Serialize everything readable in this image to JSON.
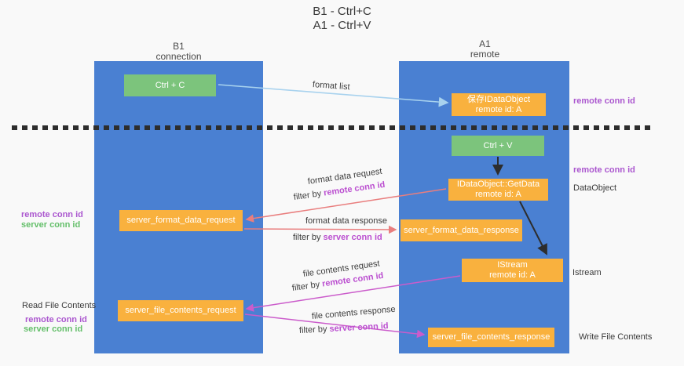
{
  "title": {
    "line1": "B1 - Ctrl+C",
    "line2": "A1 - Ctrl+V"
  },
  "columns": {
    "left": {
      "name": "B1",
      "role": "connection"
    },
    "right": {
      "name": "A1",
      "role": "remote"
    }
  },
  "nodes": {
    "ctrl_c": "Ctrl + C",
    "ctrl_v": "Ctrl + V",
    "save_idataobject": {
      "line1": "保存IDataObject",
      "line2": "remote id: A"
    },
    "getdata": {
      "line1": "IDataObject::GetData",
      "line2": "remote id: A"
    },
    "istream": {
      "line1": "IStream",
      "line2": "remote id: A"
    },
    "server_format_data_request": "server_format_data_request",
    "server_format_data_response": "server_format_data_response",
    "server_file_contents_request": "server_file_contents_request",
    "server_file_contents_response": "server_file_contents_response"
  },
  "arrow_labels": {
    "format_list": "format list",
    "format_data_request": "format data request",
    "format_data_response": "format data response",
    "file_contents_request": "file contents request",
    "file_contents_response": "file contents response",
    "filter_by": "filter by",
    "remote_conn_id": "remote conn id",
    "server_conn_id": "server conn id"
  },
  "side_labels": {
    "right_remote_conn_id_top": "remote conn id",
    "right_remote_conn_id_mid": "remote conn id",
    "dataobject": "DataObject",
    "istream": "Istream",
    "write_file_contents": "Write File Contents",
    "left_remote_conn_id_top": "remote conn id",
    "left_server_conn_id_top": "server conn id",
    "read_file_contents": "Read File Contents",
    "left_remote_conn_id_bottom": "remote conn id",
    "left_server_conn_id_bottom": "server conn id"
  },
  "colors": {
    "page_bg": "#f9f9f9",
    "text_dark": "#3a3a3a",
    "column_blue": "#4a80d2",
    "box_green": "#7cc47c",
    "box_orange": "#f9b13e",
    "arrow_blue": "#a8d2ee",
    "arrow_black": "#2d2d2d",
    "arrow_salmon": "#e97e7e",
    "arrow_magenta": "#cb5ccb",
    "filter_violet": "#bb4fd0",
    "label_purple": "#ab57cf",
    "label_green": "#64bf6a"
  }
}
